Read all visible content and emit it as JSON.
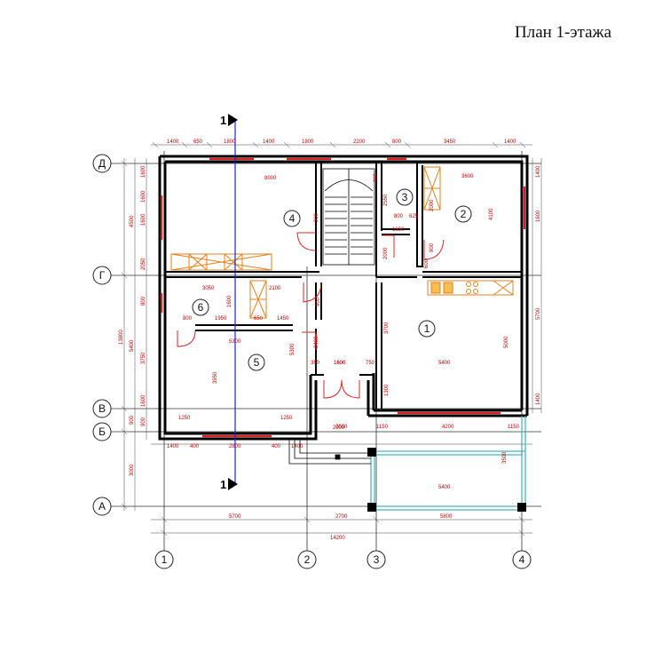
{
  "title": "План 1-этажа",
  "section_mark": "1",
  "axes_vertical": [
    "1",
    "2",
    "3",
    "4"
  ],
  "axes_horizontal": [
    "Д",
    "Г",
    "В",
    "Б",
    "А"
  ],
  "rooms": [
    "1",
    "2",
    "3",
    "4",
    "5",
    "6"
  ],
  "dims_top": [
    "1400",
    "650",
    "1800",
    "1400",
    "1800",
    "2200",
    "800",
    "3450",
    "1400"
  ],
  "dims_bottom_inner": [
    "1400",
    "400",
    "2800",
    "400",
    "1400",
    "2000",
    "1150",
    "4200",
    "1150"
  ],
  "dims_bottom_axes": [
    "5700",
    "2700",
    "5800"
  ],
  "dims_bottom_total": "14200",
  "dims_left_axes": [
    "4500",
    "5400",
    "900",
    "3000"
  ],
  "dims_left_total": "13800",
  "dims_left_inner": [
    "1600",
    "1600",
    "1600",
    "2050",
    "800",
    "3750",
    "1600",
    "900"
  ],
  "dims_right_outer": [
    "1400",
    "1600",
    "5700",
    "1400"
  ],
  "dims_right_inner": [
    "4100",
    "5000",
    "3500"
  ],
  "dims_interior": [
    "8000",
    "3600",
    "3050",
    "2100",
    "1950",
    "650",
    "1450",
    "5300",
    "800",
    "1650",
    "800",
    "625",
    "2000",
    "1600",
    "5400",
    "5400",
    "1250",
    "1250",
    "350",
    "1600",
    "750",
    "3950",
    "5300",
    "2400",
    "3700",
    "1300",
    "900",
    "600",
    "900",
    "2550",
    "2000",
    "600",
    "2000",
    "1600",
    "900"
  ]
}
